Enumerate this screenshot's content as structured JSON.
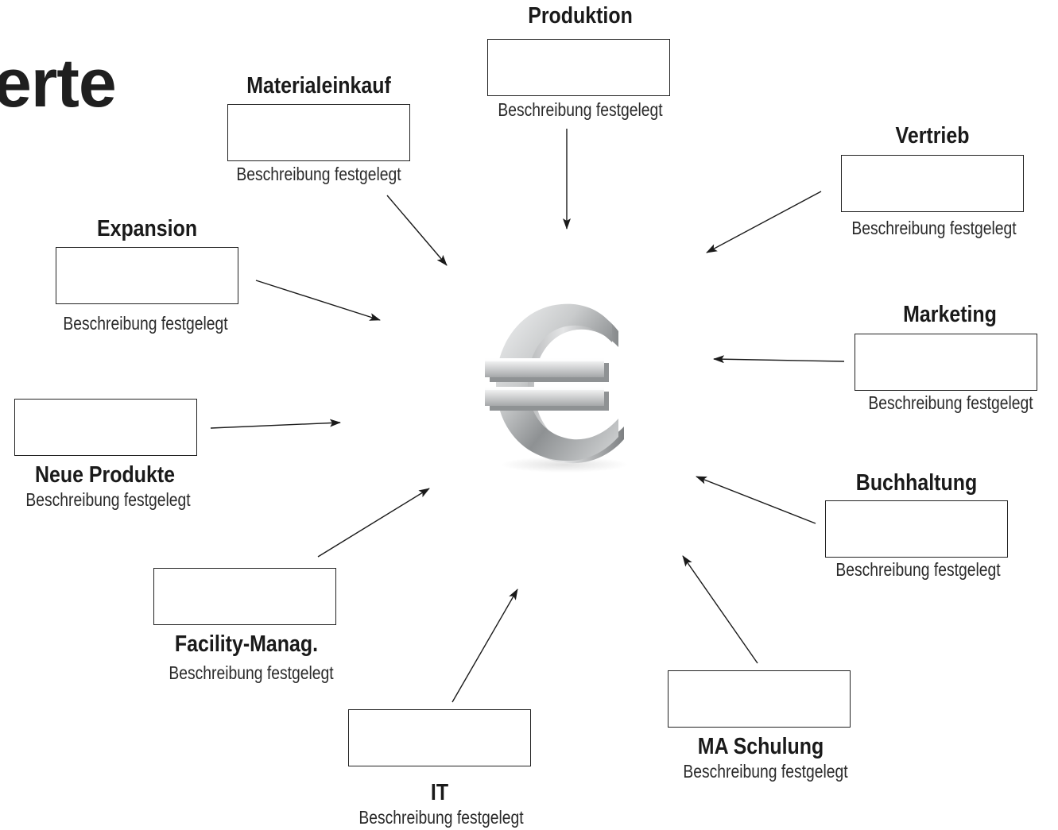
{
  "heading": {
    "text": "erte"
  },
  "center": {
    "icon": "euro-symbol-3d-icon",
    "symbol_color": "#b8babb"
  },
  "nodes": [
    {
      "id": "produktion",
      "title": "Produktion",
      "description": "Beschreibung festgelegt"
    },
    {
      "id": "materialeinkauf",
      "title": "Materialeinkauf",
      "description": "Beschreibung festgelegt"
    },
    {
      "id": "vertrieb",
      "title": "Vertrieb",
      "description": "Beschreibung festgelegt"
    },
    {
      "id": "expansion",
      "title": "Expansion",
      "description": "Beschreibung festgelegt"
    },
    {
      "id": "marketing",
      "title": "Marketing",
      "description": "Beschreibung festgelegt"
    },
    {
      "id": "neue-produkte",
      "title": "Neue Produkte",
      "description": "Beschreibung festgelegt"
    },
    {
      "id": "buchhaltung",
      "title": "Buchhaltung",
      "description": "Beschreibung festgelegt"
    },
    {
      "id": "facility-manag",
      "title": "Facility-Manag.",
      "description": "Beschreibung festgelegt"
    },
    {
      "id": "ma-schulung",
      "title": "MA Schulung",
      "description": "Beschreibung festgelegt"
    },
    {
      "id": "it",
      "title": "IT",
      "description": "Beschreibung festgelegt"
    }
  ],
  "arrow_color": "#1a1a1a"
}
